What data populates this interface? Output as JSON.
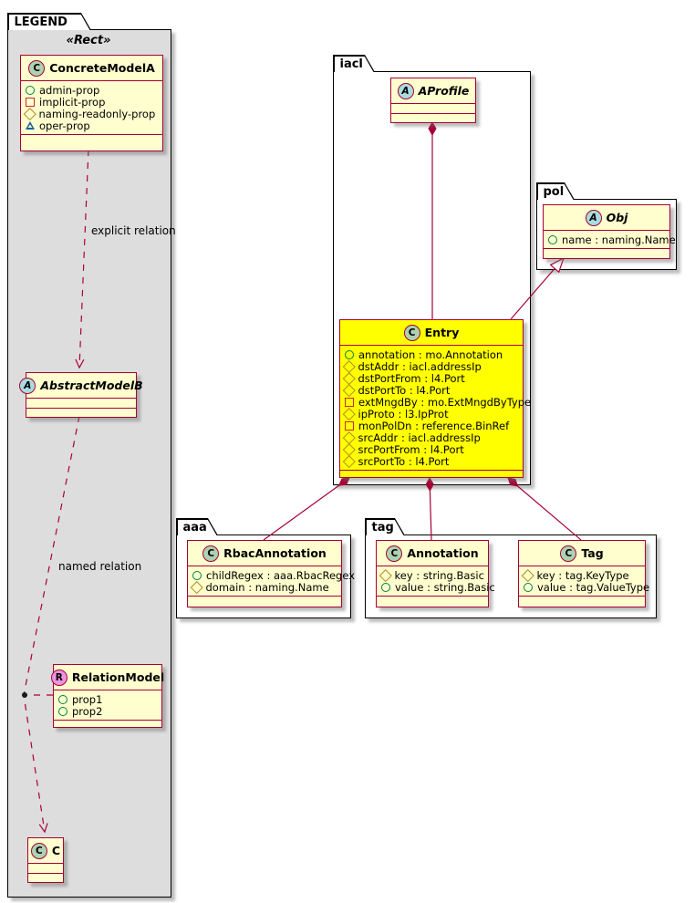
{
  "colors": {
    "class_bg": "#FEFECE",
    "highlight_bg": "#FFFF00",
    "class_border": "#A80036",
    "legend_bg": "#DDDDDD",
    "relation_line": "#A80036",
    "spot_class": "#ADD1B2",
    "spot_abstract": "#A9DCDF",
    "spot_relation": "#EB93DF",
    "admin_prop_icon": "#038048",
    "implicit_prop_icon": "#C82930",
    "naming_prop_icon": "#B38D22",
    "oper_prop_icon": "#1963A0"
  },
  "legend": {
    "tab_label": "LEGEND",
    "stereotype": "«Rect»",
    "explicit_relation_label": "explicit relation",
    "named_relation_label": "named relation"
  },
  "packages": {
    "iacl": {
      "label": "iacl"
    },
    "pol": {
      "label": "pol"
    },
    "aaa": {
      "label": "aaa"
    },
    "tag": {
      "label": "tag"
    }
  },
  "classes": {
    "concrete_model_a": {
      "spot": "C",
      "title": "ConcreteModelA",
      "attrs": [
        {
          "kind": "circle",
          "label": "admin-prop"
        },
        {
          "kind": "square",
          "label": "implicit-prop"
        },
        {
          "kind": "diamond",
          "label": "naming-readonly-prop"
        },
        {
          "kind": "triangle",
          "label": "oper-prop"
        }
      ]
    },
    "abstract_model_b": {
      "spot": "A",
      "title": "AbstractModelB"
    },
    "relation_model": {
      "spot": "R",
      "title": "RelationModel",
      "attrs": [
        {
          "kind": "circle",
          "label": "prop1"
        },
        {
          "kind": "circle",
          "label": "prop2"
        }
      ]
    },
    "c": {
      "spot": "C",
      "title": "C"
    },
    "aprofile": {
      "spot": "A",
      "title": "AProfile"
    },
    "entry": {
      "spot": "C",
      "title": "Entry",
      "attrs": [
        {
          "kind": "circle",
          "label": "annotation : mo.Annotation"
        },
        {
          "kind": "diamond",
          "label": "dstAddr : iacl.addressIp"
        },
        {
          "kind": "diamond",
          "label": "dstPortFrom : l4.Port"
        },
        {
          "kind": "diamond",
          "label": "dstPortTo : l4.Port"
        },
        {
          "kind": "square",
          "label": "extMngdBy : mo.ExtMngdByType"
        },
        {
          "kind": "diamond",
          "label": "ipProto : l3.IpProt"
        },
        {
          "kind": "square",
          "label": "monPolDn : reference.BinRef"
        },
        {
          "kind": "diamond",
          "label": "srcAddr : iacl.addressIp"
        },
        {
          "kind": "diamond",
          "label": "srcPortFrom : l4.Port"
        },
        {
          "kind": "diamond",
          "label": "srcPortTo : l4.Port"
        }
      ]
    },
    "obj": {
      "spot": "A",
      "title": "Obj",
      "attrs": [
        {
          "kind": "circle",
          "label": "name : naming.Name"
        }
      ]
    },
    "rbac_annotation": {
      "spot": "C",
      "title": "RbacAnnotation",
      "attrs": [
        {
          "kind": "circle",
          "label": "childRegex : aaa.RbacRegex"
        },
        {
          "kind": "diamond",
          "label": "domain : naming.Name"
        }
      ]
    },
    "annotation": {
      "spot": "C",
      "title": "Annotation",
      "attrs": [
        {
          "kind": "diamond",
          "label": "key : string.Basic"
        },
        {
          "kind": "circle",
          "label": "value : string.Basic"
        }
      ]
    },
    "tag": {
      "spot": "C",
      "title": "Tag",
      "attrs": [
        {
          "kind": "diamond",
          "label": "key : tag.KeyType"
        },
        {
          "kind": "circle",
          "label": "value : tag.ValueType"
        }
      ]
    }
  },
  "relations": [
    {
      "from": "ConcreteModelA",
      "to": "AbstractModelB",
      "type": "dashed-arrow",
      "label": "explicit relation"
    },
    {
      "from": "AbstractModelB",
      "to": "C",
      "type": "dashed-arrow",
      "label": "named relation",
      "association_class": "RelationModel"
    },
    {
      "from": "AProfile",
      "to": "Entry",
      "type": "composition"
    },
    {
      "from": "Entry",
      "to": "pol.Obj",
      "type": "generalization"
    },
    {
      "from": "Entry",
      "to": "aaa.RbacAnnotation",
      "type": "composition"
    },
    {
      "from": "Entry",
      "to": "tag.Annotation",
      "type": "composition"
    },
    {
      "from": "Entry",
      "to": "tag.Tag",
      "type": "composition"
    }
  ]
}
